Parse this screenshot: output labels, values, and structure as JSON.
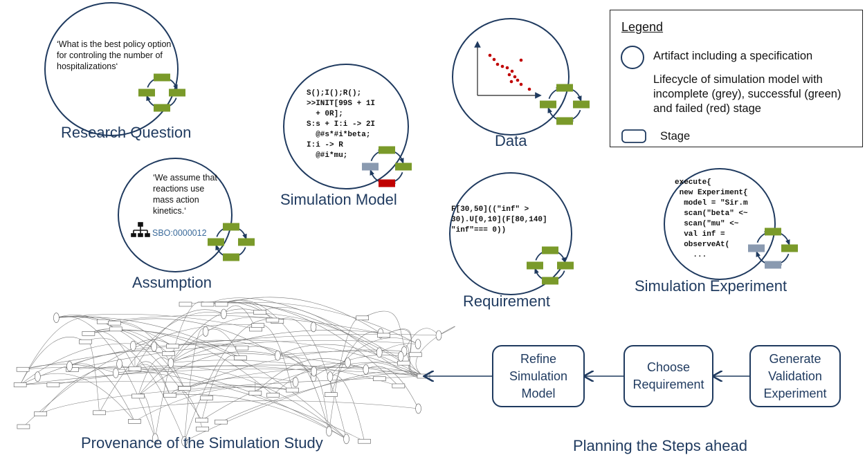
{
  "colors": {
    "circle": "#1f3a5f",
    "green": "#7a9a2a",
    "grey": "#8a9ab0",
    "red": "#c00000",
    "arrow": "#1f3a5f"
  },
  "artifacts": {
    "research_question": {
      "title": "Research Question",
      "quote": "‘What is the best policy option for controling the number of hospitalizations‘"
    },
    "assumption": {
      "title": "Assumption",
      "quote": "‘We assume that reactions use mass action kinetics.‘",
      "sbo_label": "SBO:0000012",
      "sbo_icon": "hierarchy-icon"
    },
    "simulation_model": {
      "title": "Simulation Model",
      "code": "S();I();R();\n>>INIT[99S + 1I\n  + 0R];\nS:s + I:i -> 2I\n  @#s*#i*beta;\nI:i -> R\n  @#i*mu;"
    },
    "data": {
      "title": "Data"
    },
    "requirement": {
      "title": "Requirement",
      "code": "F[30,50]((\"inf\" >\n30).U[0,10](F[80,140]\n\"inf\"=== 0))"
    },
    "simulation_experiment": {
      "title": "Simulation Experiment",
      "code": "execute{\n new Experiment{\n  model = \"Sir.m\n  scan(\"beta\" <~\n  scan(\"mu\" <~\n  val inf =\n  observeAt(\n    ..."
    }
  },
  "legend": {
    "title": "Legend",
    "items": [
      "Artifact including a specification",
      "Lifecycle of simulation model with incomplete (grey), successful (green) and failed (red) stage",
      "Stage"
    ]
  },
  "provenance": {
    "title": "Provenance of the Simulation Study"
  },
  "planning": {
    "title": "Planning the Steps ahead",
    "steps": [
      "Refine Simulation Model",
      "Choose Requirement",
      "Generate Validation Experiment"
    ]
  }
}
